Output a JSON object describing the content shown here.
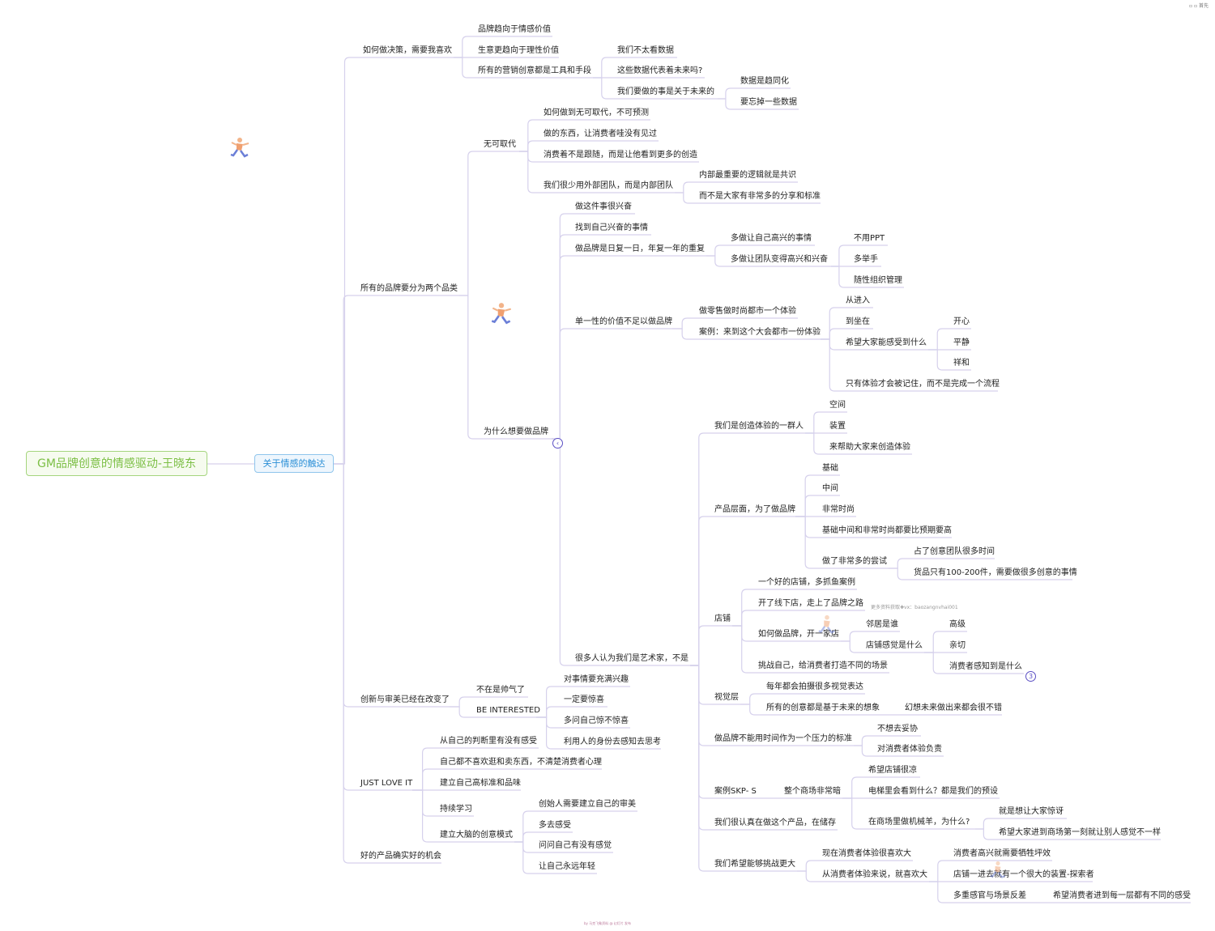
{
  "root": {
    "title": "GM品牌创意的情感驱动-王晓东"
  },
  "main_topic": {
    "label": "关于情感的触达"
  },
  "nodes": [
    {
      "id": "a",
      "label": "如何做决策，需要我喜欢"
    },
    {
      "id": "a1",
      "label": "品牌趋向于情感价值"
    },
    {
      "id": "a2",
      "label": "生意更趋向于理性价值"
    },
    {
      "id": "a3",
      "label": "所有的营销创意都是工具和手段"
    },
    {
      "id": "a3a",
      "label": "我们不太看数据"
    },
    {
      "id": "a3b",
      "label": "这些数据代表着未来吗?"
    },
    {
      "id": "a3c",
      "label": "我们要做的事是关于未来的"
    },
    {
      "id": "a3c1",
      "label": "数据是趋同化"
    },
    {
      "id": "a3c2",
      "label": "要忘掉一些数据"
    },
    {
      "id": "b",
      "label": "所有的品牌要分为两个品类"
    },
    {
      "id": "b1",
      "label": "无可取代"
    },
    {
      "id": "b1a",
      "label": "如何做到无可取代，不可预测"
    },
    {
      "id": "b1b",
      "label": "做的东西，让消费者哇没有见过"
    },
    {
      "id": "b1c",
      "label": "消费着不是跟随，而是让他看到更多的创造"
    },
    {
      "id": "b1d",
      "label": "我们很少用外部团队，而是内部团队"
    },
    {
      "id": "b1d1",
      "label": "内部最重要的逻辑就是共识"
    },
    {
      "id": "b1d2",
      "label": "而不是大家有非常多的分享和标准"
    },
    {
      "id": "b2",
      "label": "为什么想要做品牌"
    },
    {
      "id": "b2a",
      "label": "做这件事很兴奋"
    },
    {
      "id": "b2b",
      "label": "找到自己兴奋的事情"
    },
    {
      "id": "b2c",
      "label": "做品牌是日复一日，年复一年的重复"
    },
    {
      "id": "b2c1",
      "label": "多做让自己高兴的事情"
    },
    {
      "id": "b2c2",
      "label": "多做让团队变得高兴和兴奋"
    },
    {
      "id": "b2c2a",
      "label": "不用PPT"
    },
    {
      "id": "b2c2b",
      "label": "多举手"
    },
    {
      "id": "b2c2c",
      "label": "随性组织管理"
    },
    {
      "id": "b2d",
      "label": "单一性的价值不足以做品牌"
    },
    {
      "id": "b2d1",
      "label": "做零售做时尚都市一个体验"
    },
    {
      "id": "b2d2",
      "label": "案例：来到这个大会都市一份体验"
    },
    {
      "id": "b2d2a",
      "label": "从进入"
    },
    {
      "id": "b2d2b",
      "label": "到坐在"
    },
    {
      "id": "b2d2c",
      "label": "希望大家能感受到什么"
    },
    {
      "id": "b2d2c1",
      "label": "开心"
    },
    {
      "id": "b2d2c2",
      "label": "平静"
    },
    {
      "id": "b2d2c3",
      "label": "祥和"
    },
    {
      "id": "b2d2d",
      "label": "只有体验才会被记住，而不是完成一个流程"
    },
    {
      "id": "b2e",
      "label": "很多人认为我们是艺术家，不是"
    },
    {
      "id": "e1",
      "label": "我们是创造体验的一群人"
    },
    {
      "id": "e1a",
      "label": "空间"
    },
    {
      "id": "e1b",
      "label": "装置"
    },
    {
      "id": "e1c",
      "label": "来帮助大家来创造体验"
    },
    {
      "id": "e2",
      "label": "产品层面，为了做品牌"
    },
    {
      "id": "e2a",
      "label": "基础"
    },
    {
      "id": "e2b",
      "label": "中间"
    },
    {
      "id": "e2c",
      "label": "非常时尚"
    },
    {
      "id": "e2d",
      "label": "基础中间和非常时尚都要比预期要高"
    },
    {
      "id": "e2e",
      "label": "做了非常多的尝试"
    },
    {
      "id": "e2e1",
      "label": "占了创意团队很多时间"
    },
    {
      "id": "e2e2",
      "label": "货品只有100-200件，需要做很多创意的事情"
    },
    {
      "id": "e3",
      "label": "店铺"
    },
    {
      "id": "e3a",
      "label": "一个好的店铺，多抓鱼案例"
    },
    {
      "id": "e3b",
      "label": "开了线下店，走上了品牌之路"
    },
    {
      "id": "e3c",
      "label": "如何做品牌，开一家店"
    },
    {
      "id": "e3c1",
      "label": "邻居是谁"
    },
    {
      "id": "e3c2",
      "label": "店铺感觉是什么"
    },
    {
      "id": "e3c2a",
      "label": "高级"
    },
    {
      "id": "e3c2b",
      "label": "亲切"
    },
    {
      "id": "e3c2c",
      "label": "消费者感知到是什么"
    },
    {
      "id": "e3d",
      "label": "挑战自己，给消费者打造不同的场景"
    },
    {
      "id": "e4",
      "label": "视觉层"
    },
    {
      "id": "e4a",
      "label": "每年都会拍摄很多视觉表达"
    },
    {
      "id": "e4b",
      "label": "所有的创意都是基于未来的想象"
    },
    {
      "id": "e4b1",
      "label": "幻想未来做出来都会很不错"
    },
    {
      "id": "e5",
      "label": "做品牌不能用时间作为一个压力的标准"
    },
    {
      "id": "e5a",
      "label": "不想去妥协"
    },
    {
      "id": "e5b",
      "label": "对消费者体验负责"
    },
    {
      "id": "e6",
      "label": "案例SKP- S"
    },
    {
      "id": "e6a",
      "label": "整个商场非常暗"
    },
    {
      "id": "e6a1",
      "label": "希望店铺很凉"
    },
    {
      "id": "e6a2",
      "label": "电梯里会看到什么？都是我们的预设"
    },
    {
      "id": "e6a3",
      "label": "在商场里做机械羊，为什么?"
    },
    {
      "id": "e6a3a",
      "label": "就是想让大家惊讶"
    },
    {
      "id": "e6a3b",
      "label": "希望大家进到商场第一刻就让别人感觉不一样"
    },
    {
      "id": "e7",
      "label": "我们很认真在做这个产品，在储存"
    },
    {
      "id": "e8",
      "label": "我们希望能够挑战更大"
    },
    {
      "id": "e8a",
      "label": "现在消费者体验很喜欢大"
    },
    {
      "id": "e8b",
      "label": "从消费者体验来说，就喜欢大"
    },
    {
      "id": "e8b1",
      "label": "消费者高兴就需要牺牲坪效"
    },
    {
      "id": "e8b2",
      "label": "店铺一进去就有一个很大的装置-探索者"
    },
    {
      "id": "e8b3",
      "label": "多重感官与场景反差"
    },
    {
      "id": "e8b3a",
      "label": "希望消费者进到每一层都有不同的感受"
    },
    {
      "id": "c",
      "label": "创新与审美已经在改变了"
    },
    {
      "id": "c1",
      "label": "不在是帅气了"
    },
    {
      "id": "c2",
      "label": "BE INTERESTED"
    },
    {
      "id": "c2a",
      "label": "对事情要充满兴趣"
    },
    {
      "id": "c2b",
      "label": "一定要惊喜"
    },
    {
      "id": "c2c",
      "label": "多问自己惊不惊喜"
    },
    {
      "id": "c2d",
      "label": "利用人的身份去感知去思考"
    },
    {
      "id": "d",
      "label": "JUST LOVE IT"
    },
    {
      "id": "d1",
      "label": "从自己的判断里有没有感受"
    },
    {
      "id": "d2",
      "label": "自己都不喜欢逛和卖东西，不清楚消费者心理"
    },
    {
      "id": "d3",
      "label": "建立自己高标准和品味"
    },
    {
      "id": "d4",
      "label": "持续学习"
    },
    {
      "id": "d5",
      "label": "建立大脑的创意模式"
    },
    {
      "id": "d5a",
      "label": "创始人需要建立自己的审美"
    },
    {
      "id": "d5b",
      "label": "多去感受"
    },
    {
      "id": "d5c",
      "label": "问问自己有没有感觉"
    },
    {
      "id": "d5d",
      "label": "让自己永远年轻"
    },
    {
      "id": "f",
      "label": "好的产品确实好的机会"
    }
  ],
  "collapsed_count": "3",
  "collapse_toggle": "‹",
  "watermark": "更多资料获取✚vx：baozangnvhai001",
  "footer": "by 马克飞象资料 @ 幻灯片 发布",
  "corner": "▫ ▫  首先",
  "theme": {
    "edge": "#d6d1ec",
    "root_border": "#a5d57e",
    "root_text": "#7cbf45",
    "topic_border": "#8fc5ec",
    "topic_text": "#2b8fd6",
    "accent": "#5b4fc4"
  }
}
